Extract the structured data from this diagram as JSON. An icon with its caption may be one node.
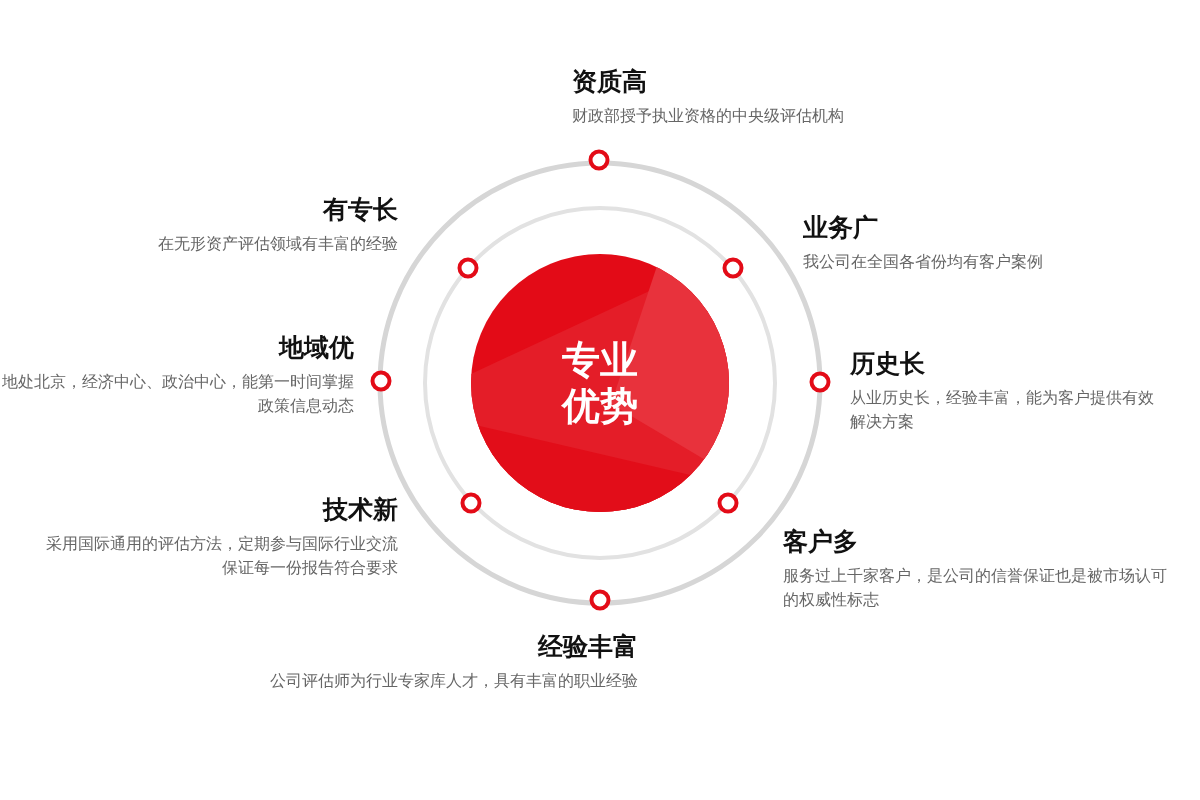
{
  "diagram": {
    "nodes": [
      {
        "text": [
          "专业优势"
        ]
      },
      {
        "text": [
          "资质高",
          "财政部授予执业资格的中央级评估机构"
        ]
      },
      {
        "text": [
          "有专长",
          "在无形资产评估领域有丰富的经验"
        ]
      },
      {
        "text": [
          "业务广",
          "我公司在全国各省份均有客户案例"
        ]
      },
      {
        "text": [
          "地域优",
          "地处北京，经济中心、政治中心，能第一时间掌握政策信息动态"
        ]
      },
      {
        "text": [
          "历史长",
          "从业历史长，经验丰富，能为客户提供有效解决方案"
        ]
      },
      {
        "text": [
          "技术新",
          "采用国际通用的评估方法，定期参与国际行业交流保证每一份报告符合要求"
        ]
      },
      {
        "text": [
          "客户多",
          "服务过上千家客户，是公司的信誉保证也是被市场认可的权威性标志"
        ]
      },
      {
        "text": [
          "经验丰富",
          "公司评估师为行业专家库人才，具有丰富的职业经验"
        ]
      }
    ]
  }
}
